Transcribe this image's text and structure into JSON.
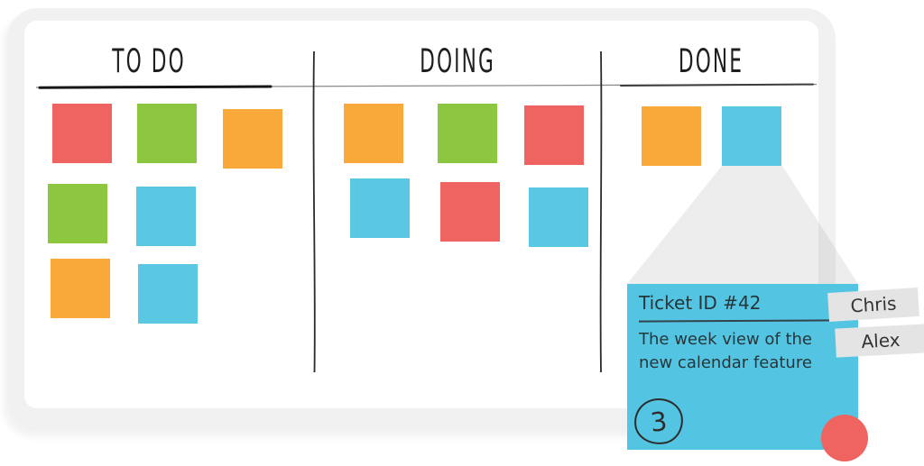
{
  "board": {
    "columns": [
      {
        "id": "todo",
        "label": "TO DO",
        "notes": [
          {
            "color": "red"
          },
          {
            "color": "green"
          },
          {
            "color": "orange"
          },
          {
            "color": "green"
          },
          {
            "color": "blue"
          },
          {
            "color": "orange"
          },
          {
            "color": "blue"
          }
        ]
      },
      {
        "id": "doing",
        "label": "DOING",
        "notes": [
          {
            "color": "orange"
          },
          {
            "color": "green"
          },
          {
            "color": "red"
          },
          {
            "color": "blue"
          },
          {
            "color": "red"
          },
          {
            "color": "blue"
          }
        ]
      },
      {
        "id": "done",
        "label": "DONE",
        "notes": [
          {
            "color": "orange"
          },
          {
            "color": "blue"
          }
        ]
      }
    ]
  },
  "ticket": {
    "title": "Ticket ID #42",
    "description": "The week view of the new calendar feature",
    "story_points": "3",
    "assignees": [
      "Chris",
      "Alex"
    ],
    "color": "#53c5e2"
  },
  "palette": {
    "red": "#ef6360",
    "green": "#8dc63f",
    "orange": "#f8a93a",
    "blue": "#5bc8e3",
    "ticket_blue": "#53c5e2",
    "coral_dot": "#ef6360",
    "tag_gray": "#e4e4e4",
    "frame_gray": "#f1f1f1",
    "ink": "#2b2b2b"
  }
}
